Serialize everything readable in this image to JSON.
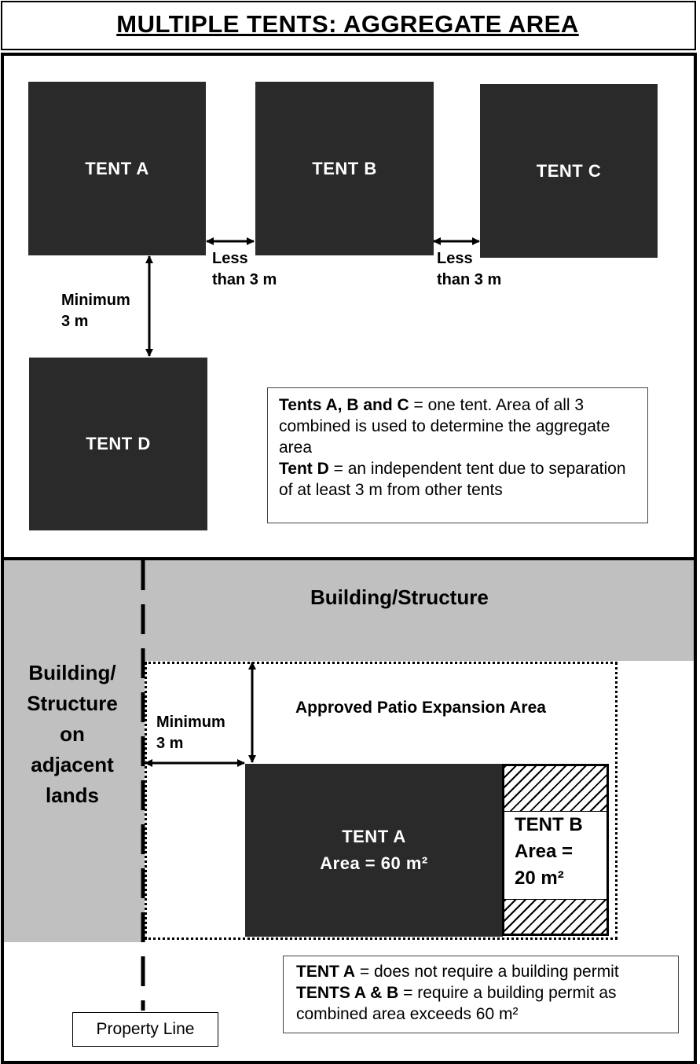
{
  "title": "MULTIPLE TENTS: AGGREGATE AREA",
  "top_panel": {
    "tent_a": "TENT A",
    "tent_b": "TENT B",
    "tent_c": "TENT C",
    "tent_d": "TENT D",
    "gap_ab_line1": "Less",
    "gap_ab_line2": "than 3 m",
    "gap_bc_line1": "Less",
    "gap_bc_line2": "than 3 m",
    "gap_ad_line1": "Minimum",
    "gap_ad_line2": "3 m",
    "note_line1_bold": "Tents A, B and C",
    "note_line1_rest": " = one tent. Area of all 3 combined is used to determine the aggregate area",
    "note_line2_bold": "Tent D",
    "note_line2_rest": " = an independent tent due to separation of at least 3 m from other tents"
  },
  "bottom_panel": {
    "building_label": "Building/Structure",
    "adjacent_line1": "Building/",
    "adjacent_line2": "Structure",
    "adjacent_line3": "on",
    "adjacent_line4": "adjacent",
    "adjacent_line5": "lands",
    "patio_label": "Approved Patio Expansion Area",
    "min_line1": "Minimum",
    "min_line2": "3 m",
    "tent_a_name": "TENT A",
    "tent_a_area": "Area = 60 m²",
    "tent_b_name": "TENT B",
    "tent_b_area1": "Area =",
    "tent_b_area2": "20 m²",
    "property_line": "Property Line",
    "note_line1_bold": "TENT A",
    "note_line1_rest": " = does not require a building permit",
    "note_line2_bold": "TENTS A & B",
    "note_line2_rest": " = require a building permit as combined area exceeds 60 m²"
  },
  "colors": {
    "tent_fill": "#2a2a2a",
    "gray_fill": "#c0c0c0"
  }
}
